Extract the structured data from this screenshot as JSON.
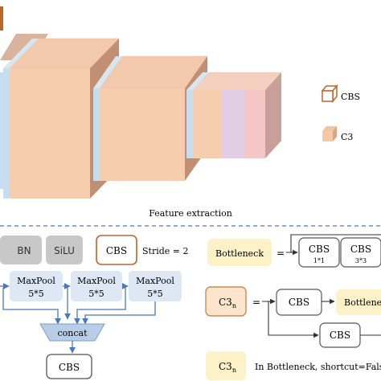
{
  "feature": {
    "caption": "Feature extraction",
    "legend": [
      {
        "label": "CBS",
        "icon": "cube-outline-icon",
        "color": "#b8672e"
      },
      {
        "label": "C3",
        "icon": "cube-filled-icon",
        "color": "#f7c8a6"
      }
    ]
  },
  "legend_row": {
    "bn": "BN",
    "silu": "SiLU",
    "cbs": "CBS",
    "stride": "Stride = 2"
  },
  "sppf": {
    "pool_labels": [
      "MaxPool",
      "MaxPool",
      "MaxPool"
    ],
    "pool_kernels": [
      "5*5",
      "5*5",
      "5*5"
    ],
    "concat": "concat",
    "cbs_out": "CBS"
  },
  "bottleneck": {
    "label": "Bottleneck",
    "equals": "=",
    "cbs": [
      "CBS",
      "CBS"
    ],
    "kernels": [
      "1*1",
      "3*3"
    ]
  },
  "c3n": {
    "label": "C3",
    "subscript": "n",
    "equals": "=",
    "cbs_top": "CBS",
    "bottleneck": "Bottleneck",
    "cbs_bottom": "CBS"
  },
  "c3n_false": {
    "label": "C3",
    "subscript": "n",
    "note": "In Bottleneck, shortcut=False"
  },
  "colors": {
    "peach": "#f7cdb0",
    "peach_dark": "#b98a6a",
    "brown": "#b8672e",
    "blue_slab": "#c6dcef",
    "lilac": "#e2cde6",
    "pink": "#f6c6c6",
    "gray_box": "#c8c8c8",
    "light_blue_box": "#dde8f4",
    "cream": "#fdf1c8",
    "blue_arrow": "#4a78b8"
  }
}
